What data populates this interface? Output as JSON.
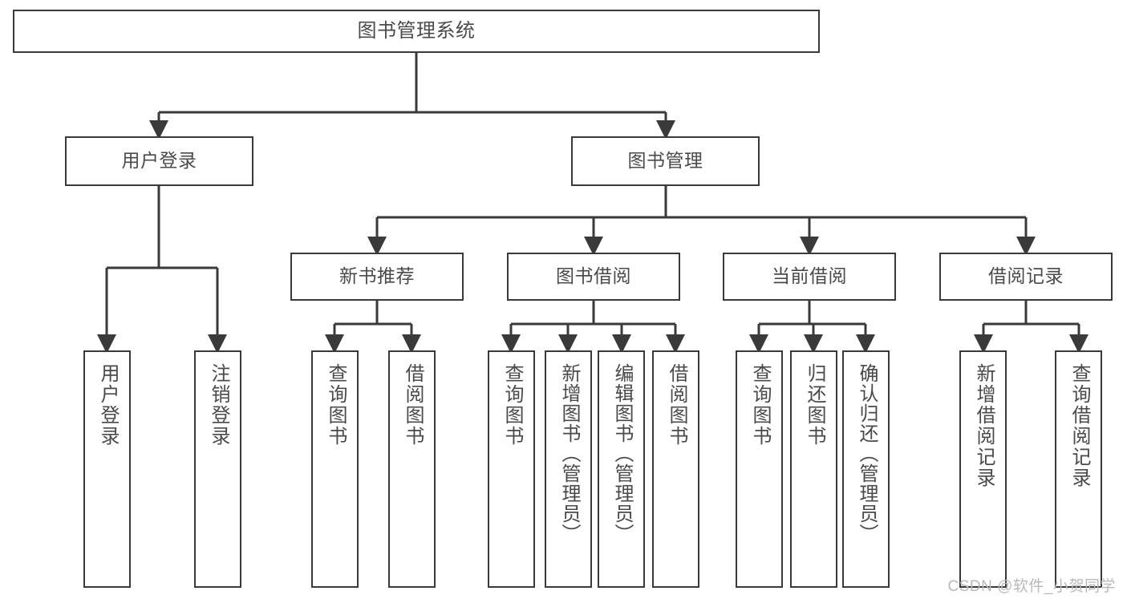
{
  "diagram": {
    "title": "图书管理系统",
    "type": "hierarchy-tree",
    "root": {
      "label": "图书管理系统"
    },
    "level2": [
      {
        "label": "用户登录"
      },
      {
        "label": "图书管理"
      }
    ],
    "level3": [
      {
        "label": "新书推荐"
      },
      {
        "label": "图书借阅"
      },
      {
        "label": "当前借阅"
      },
      {
        "label": "借阅记录"
      }
    ],
    "leaves": {
      "user_login": [
        {
          "label": "用户登录"
        },
        {
          "label": "注销登录"
        }
      ],
      "new_book_recommend": [
        {
          "label": "查询图书"
        },
        {
          "label": "借阅图书"
        }
      ],
      "book_borrow": [
        {
          "label": "查询图书"
        },
        {
          "label": "新增图书（管理员）"
        },
        {
          "label": "编辑图书（管理员）"
        },
        {
          "label": "借阅图书"
        }
      ],
      "current_borrow": [
        {
          "label": "查询图书"
        },
        {
          "label": "归还图书"
        },
        {
          "label": "确认归还（管理员）"
        }
      ],
      "borrow_record": [
        {
          "label": "新增借阅记录"
        },
        {
          "label": "查询借阅记录"
        }
      ]
    },
    "watermark": "CSDN @软件_小贺同学",
    "colors": {
      "stroke": "#3a3a3a",
      "text": "#4a4a4a",
      "background": "#ffffff",
      "watermark": "#b9b9b9"
    }
  }
}
